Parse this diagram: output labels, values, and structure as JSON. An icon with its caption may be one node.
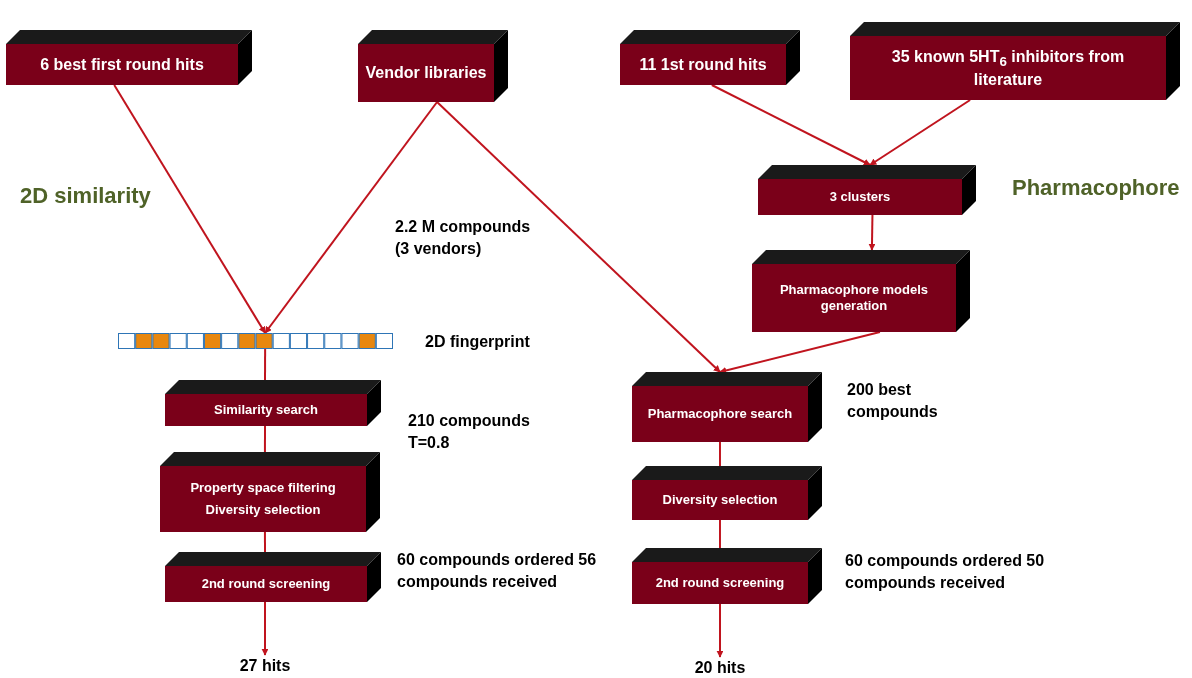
{
  "diagram": {
    "nodes": [
      {
        "text": [
          "6 best first round hits"
        ]
      },
      {
        "text": [
          "Vendor libraries"
        ]
      },
      {
        "text": [
          "11 1st round hits"
        ]
      },
      {
        "text": [
          "35 known 5HT$_{6}$ inhibitors from literature"
        ]
      },
      {
        "text": [
          "3 clusters"
        ]
      },
      {
        "text": [
          "Pharmacophore models generation"
        ]
      },
      {
        "text": [],
        "shape": "bar",
        "beside": [
          "2D fingerprint"
        ]
      },
      {
        "text": [
          "Similarity search"
        ],
        "beside": [
          "210 compounds T=0.8"
        ]
      },
      {
        "text": [
          "Property space filtering",
          "Diversity selection"
        ]
      },
      {
        "text": [
          "2nd round screening"
        ],
        "beside": [
          "60 compounds ordered 56 compounds received"
        ]
      },
      {
        "text": [
          "27 hits"
        ]
      },
      {
        "text": [
          "Pharmacophore search"
        ],
        "beside": [
          "200 best compounds"
        ]
      },
      {
        "text": [
          "Diversity selection"
        ]
      },
      {
        "text": [
          "2nd round screening"
        ],
        "beside": [
          "60 compounds ordered 50 compounds received"
        ]
      },
      {
        "text": [
          "20 hits"
        ]
      }
    ],
    "edges": [
      {
        "from": 0,
        "to": 6,
        "arrow": "to"
      },
      {
        "from": 1,
        "to": 6,
        "arrow": "to"
      },
      {
        "from": 1,
        "to": 11,
        "arrow": "to",
        "label": "2.2 M compounds (3 vendors)"
      },
      {
        "from": 2,
        "to": 4,
        "arrow": "to"
      },
      {
        "from": 3,
        "to": 4,
        "arrow": "to"
      },
      {
        "from": 4,
        "to": 5,
        "arrow": "to"
      },
      {
        "from": 5,
        "to": 11,
        "arrow": "to"
      },
      {
        "from": 6,
        "to": 7,
        "arrow": "none"
      },
      {
        "from": 7,
        "to": 8,
        "arrow": "none"
      },
      {
        "from": 8,
        "to": 9,
        "arrow": "none"
      },
      {
        "from": 9,
        "to": 10,
        "arrow": "to"
      },
      {
        "from": 11,
        "to": 12,
        "arrow": "none"
      },
      {
        "from": 12,
        "to": 13,
        "arrow": "none"
      },
      {
        "from": 13,
        "to": 14,
        "arrow": "to"
      }
    ],
    "labels": [
      "2D similarity",
      "Pharmacophore"
    ]
  }
}
